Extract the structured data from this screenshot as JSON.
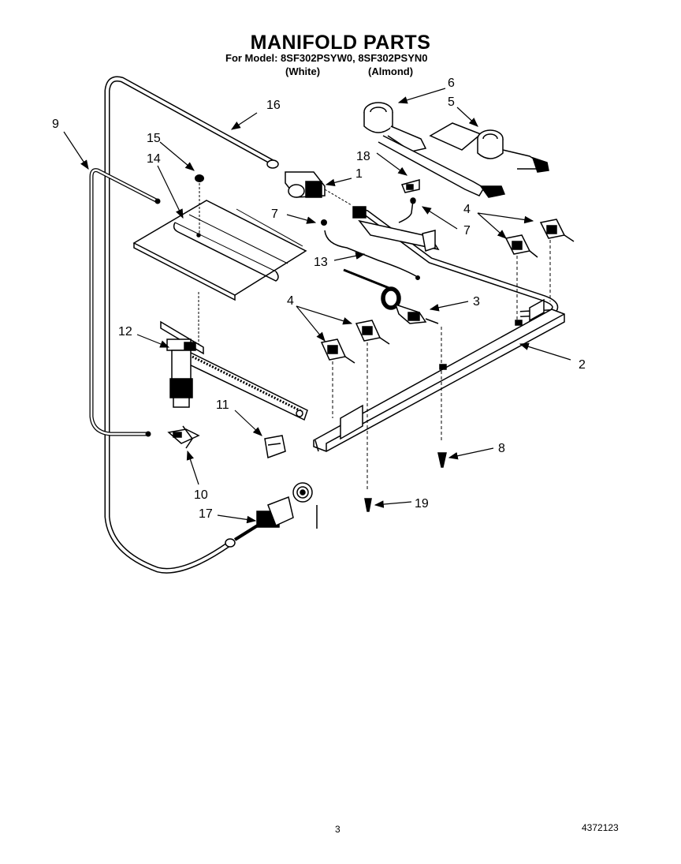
{
  "header": {
    "title": "MANIFOLD PARTS",
    "model_line": "For Model: 8SF302PSYW0, 8SF302PSYN0",
    "variant_white": "(White)",
    "variant_almond": "(Almond)"
  },
  "callouts": [
    "1",
    "2",
    "3",
    "4",
    "4",
    "5",
    "6",
    "7",
    "7",
    "8",
    "9",
    "10",
    "11",
    "12",
    "13",
    "14",
    "15",
    "16",
    "17",
    "18",
    "19"
  ],
  "footer": {
    "page_number": "3",
    "doc_number": "4372123"
  }
}
